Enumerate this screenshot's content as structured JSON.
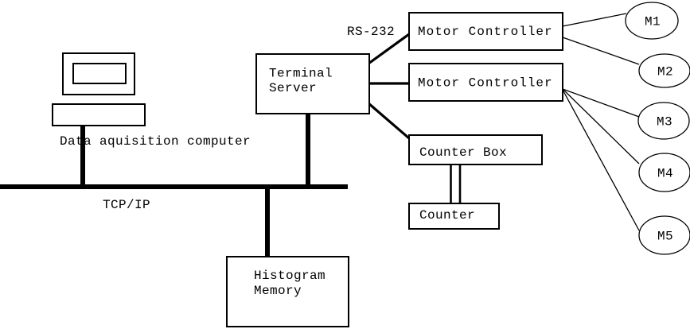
{
  "diagram": {
    "description": "Data acquisition system block diagram"
  },
  "nodes": {
    "data_acquisition_computer": {
      "label": "Data aquisition computer"
    },
    "terminal_server": {
      "label_line1": "Terminal",
      "label_line2": "Server"
    },
    "motor_controller_1": {
      "label": "Motor Controller"
    },
    "motor_controller_2": {
      "label": "Motor Controller"
    },
    "counter_box": {
      "label": "Counter Box"
    },
    "counter": {
      "label": "Counter"
    },
    "histogram_memory": {
      "label_line1": "Histogram",
      "label_line2": "Memory"
    },
    "motors": [
      {
        "label": "M1"
      },
      {
        "label": "M2"
      },
      {
        "label": "M3"
      },
      {
        "label": "M4"
      },
      {
        "label": "M5"
      }
    ]
  },
  "connection_labels": {
    "serial_link": "RS-232",
    "network_bus": "TCP/IP"
  },
  "edges": [
    {
      "from": "terminal_server",
      "to": "motor_controller_1",
      "label": "RS-232",
      "style": "medium"
    },
    {
      "from": "terminal_server",
      "to": "motor_controller_2",
      "label": "",
      "style": "medium"
    },
    {
      "from": "terminal_server",
      "to": "counter_box",
      "label": "",
      "style": "medium"
    },
    {
      "from": "motor_controller_1",
      "to": "M1",
      "label": "",
      "style": "thin"
    },
    {
      "from": "motor_controller_1",
      "to": "M2",
      "label": "",
      "style": "thin"
    },
    {
      "from": "motor_controller_2",
      "to": "M3",
      "label": "",
      "style": "thin"
    },
    {
      "from": "motor_controller_2",
      "to": "M4",
      "label": "",
      "style": "thin"
    },
    {
      "from": "motor_controller_2",
      "to": "M5",
      "label": "",
      "style": "thin"
    },
    {
      "from": "counter_box",
      "to": "counter",
      "label": "",
      "style": "double"
    },
    {
      "from": "data_acquisition_computer",
      "to": "tcp_ip_bus",
      "label": "",
      "style": "thick"
    },
    {
      "from": "terminal_server",
      "to": "tcp_ip_bus",
      "label": "",
      "style": "thick"
    },
    {
      "from": "histogram_memory",
      "to": "tcp_ip_bus",
      "label": "",
      "style": "thick"
    }
  ],
  "colors": {
    "background": "#ffffff",
    "stroke": "#000000",
    "text": "#000000"
  }
}
